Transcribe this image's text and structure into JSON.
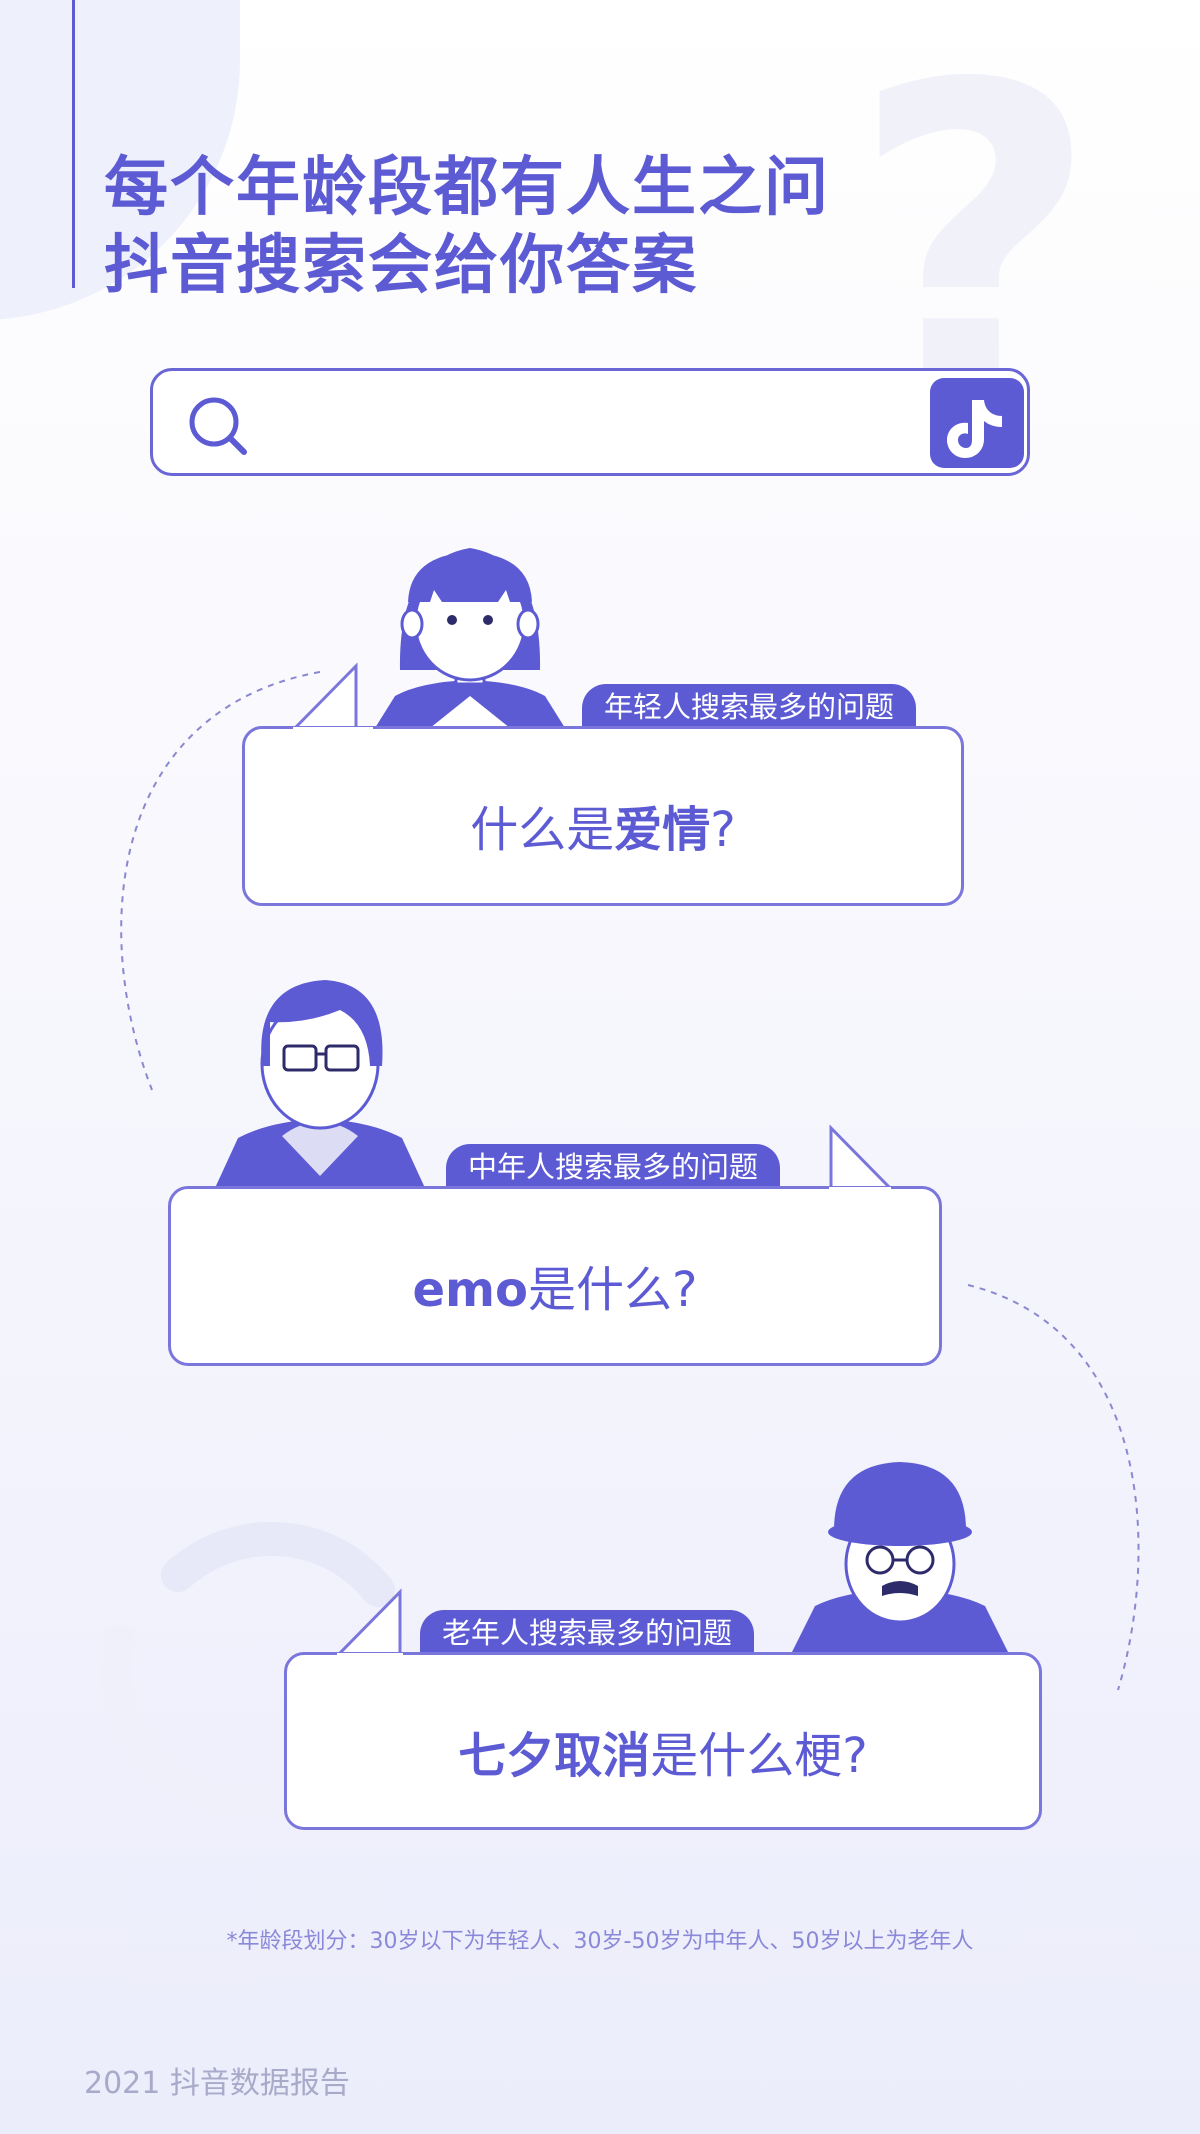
{
  "headline": {
    "line1": "每个年龄段都有人生之问",
    "line2": "抖音搜索会给你答案"
  },
  "search_bar": {
    "search_icon": "search-icon",
    "app_icon": "tiktok-logo-icon"
  },
  "questions": [
    {
      "group_label": "年轻人搜索最多的问题",
      "q_bold": "",
      "q_part1": "什么是",
      "q_bold2": "爱情",
      "q_part2": "?",
      "avatar": "young-woman-avatar"
    },
    {
      "group_label": "中年人搜索最多的问题",
      "q_bold": "emo",
      "q_part1": "是什么?",
      "avatar": "middle-aged-man-avatar"
    },
    {
      "group_label": "老年人搜索最多的问题",
      "q_bold": "七夕取消",
      "q_part1": "是什么梗?",
      "avatar": "elderly-man-avatar"
    }
  ],
  "footnote": "*年龄段划分：30岁以下为年轻人、30岁-50岁为中年人、50岁以上为老年人",
  "footer": "2021 抖音数据报告",
  "colors": {
    "accent": "#5d5bd4",
    "bubble_border": "#7a76dc",
    "footer_text": "#a9a9ca"
  }
}
